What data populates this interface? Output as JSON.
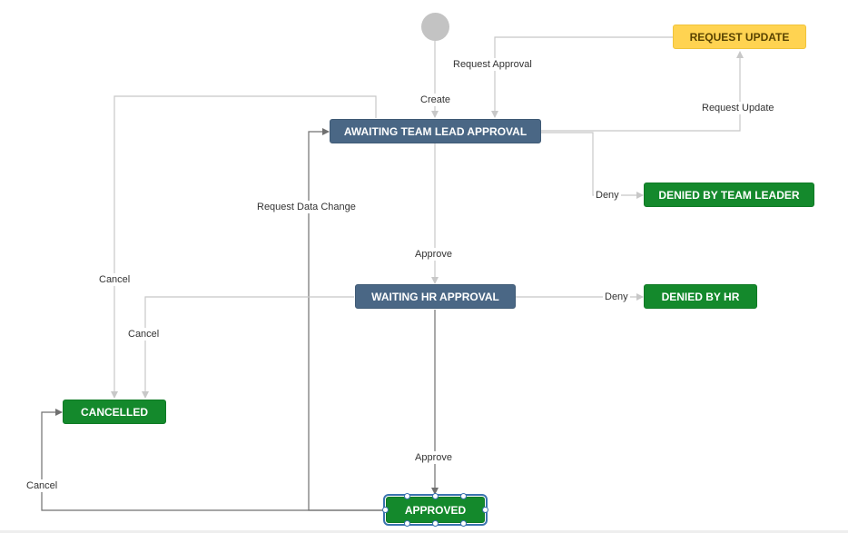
{
  "statuses": {
    "request_update": "REQUEST UPDATE",
    "awaiting_team_lead": "AWAITING TEAM LEAD APPROVAL",
    "denied_team_leader": "DENIED BY TEAM LEADER",
    "waiting_hr": "WAITING HR APPROVAL",
    "denied_hr": "DENIED BY HR",
    "cancelled": "CANCELLED",
    "approved": "APPROVED"
  },
  "transitions": {
    "create": "Create",
    "request_approval": "Request Approval",
    "request_update": "Request Update",
    "deny_team_lead": "Deny",
    "approve_team_lead": "Approve",
    "deny_hr": "Deny",
    "approve_hr": "Approve",
    "request_data_change": "Request Data Change",
    "cancel_from_team_lead": "Cancel",
    "cancel_from_hr": "Cancel",
    "cancel_from_approved": "Cancel"
  },
  "colors": {
    "in_progress": "#4a6785",
    "done": "#14892c",
    "to_do": "#ffd351",
    "arrow": "#c8c8c8",
    "arrow_active": "#707070",
    "selection": "#3b73af"
  },
  "selected_status": "APPROVED"
}
